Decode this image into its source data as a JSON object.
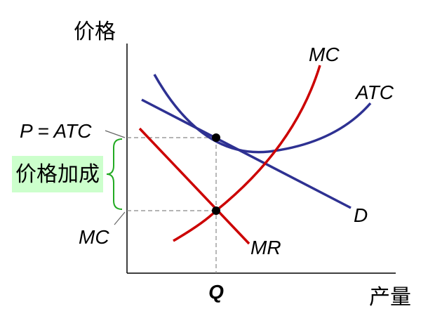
{
  "axes": {
    "y_label": "价格",
    "x_label": "产量",
    "x_tick": "Q"
  },
  "curves": {
    "mc": "MC",
    "atc": "ATC",
    "demand": "D",
    "mr": "MR"
  },
  "annotations": {
    "price_label": "P = ATC",
    "mc_label": "MC",
    "markup_label": "价格加成"
  },
  "colors": {
    "red": "#cc0000",
    "blue": "#2e3192",
    "brace": "#22aa22",
    "markup_bg": "#ccffcc"
  }
}
